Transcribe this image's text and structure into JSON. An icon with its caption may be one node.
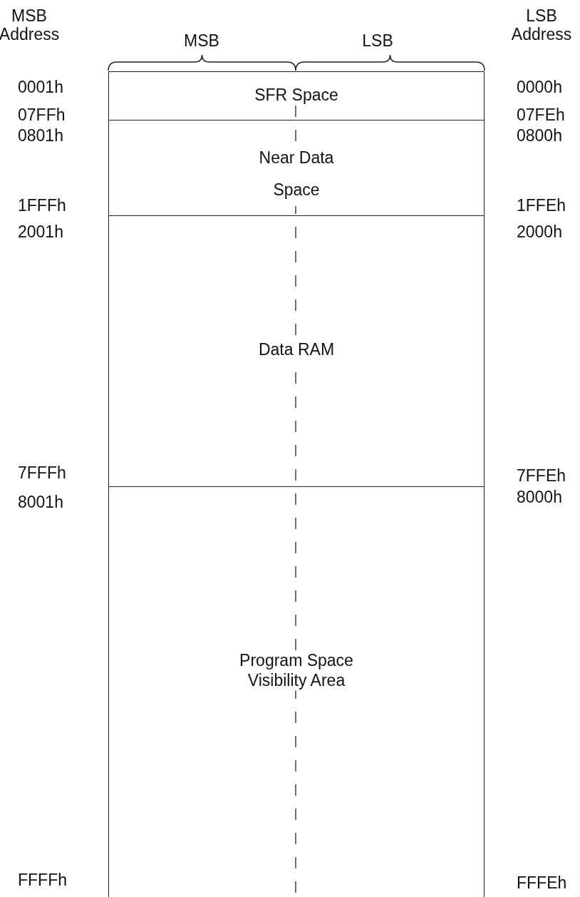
{
  "diagram": {
    "nodes": [
      {
        "text": [
          "SFR Space"
        ]
      },
      {
        "text": [
          "Near Data Space"
        ]
      },
      {
        "text": [
          "Data RAM"
        ]
      },
      {
        "text": [
          "Program Space Visibility Area"
        ]
      }
    ],
    "labels": [
      "MSB Address",
      "MSB",
      "LSB",
      "LSB Address",
      "0001h",
      "0000h",
      "07FFh",
      "07FEh",
      "0801h",
      "0800h",
      "1FFFh",
      "1FFEh",
      "2001h",
      "2000h",
      "7FFFh",
      "7FFEh",
      "8001h",
      "8000h",
      "FFFFh",
      "FFFEh"
    ]
  }
}
